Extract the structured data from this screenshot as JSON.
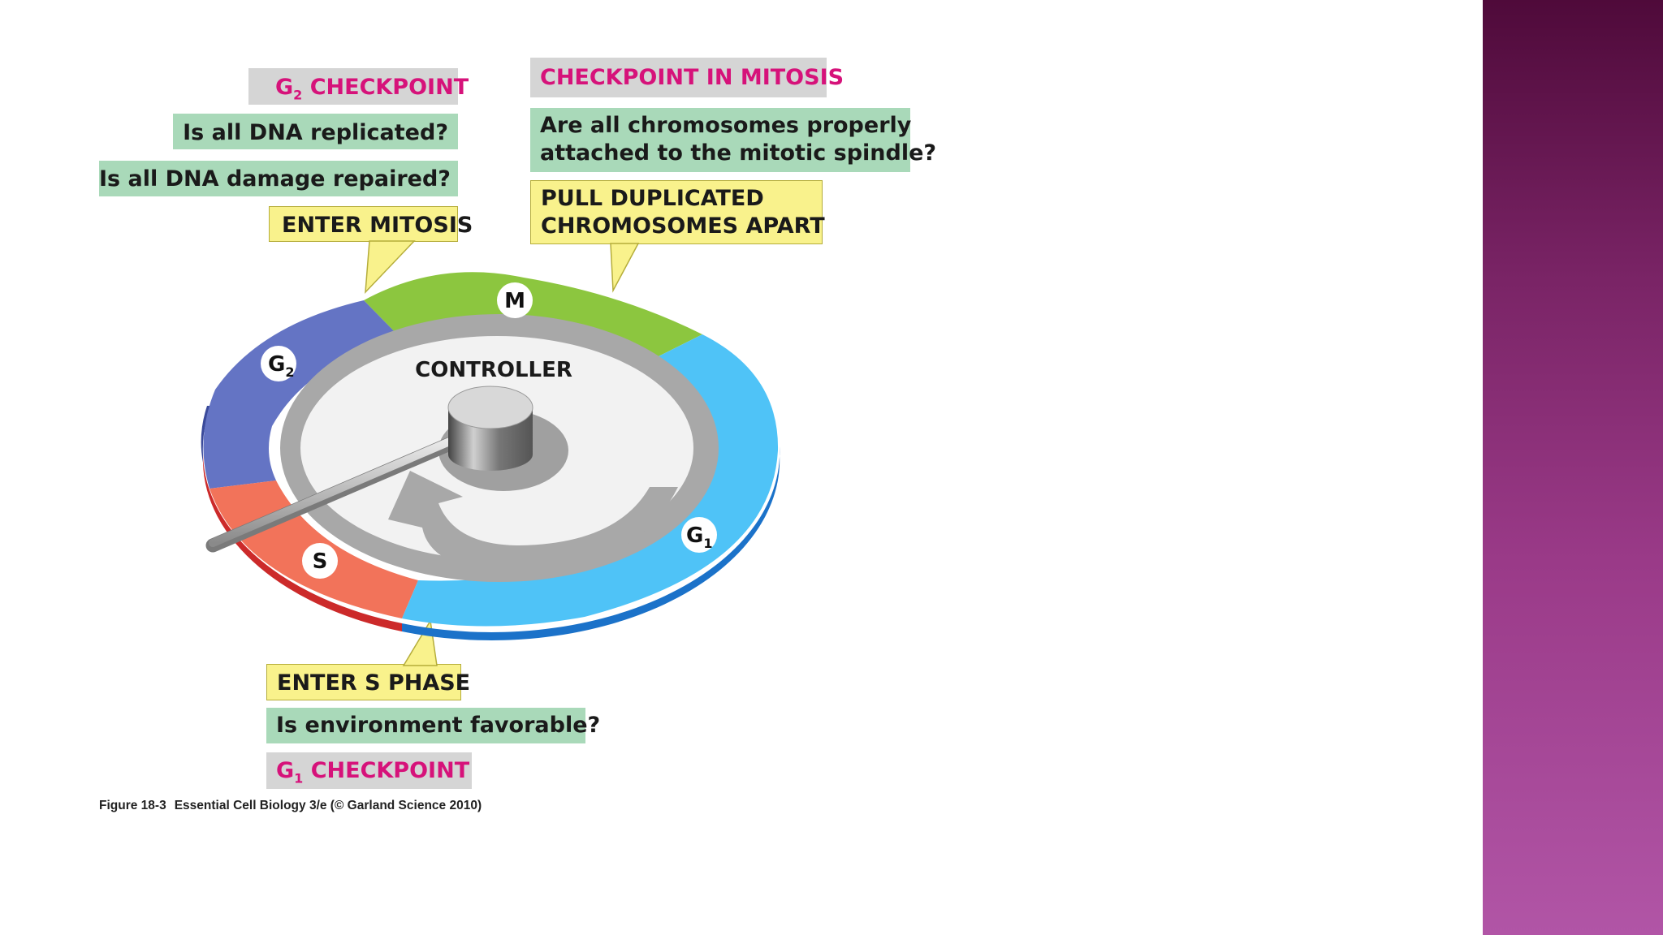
{
  "g2_checkpoint": {
    "title_letter": "G",
    "title_sub": "2",
    "title_rest": " CHECKPOINT",
    "question_1": "Is all DNA replicated?",
    "question_2": "Is all DNA damage repaired?",
    "action": "ENTER MITOSIS"
  },
  "mitosis_checkpoint": {
    "title": "CHECKPOINT IN MITOSIS",
    "question_line_1": "Are all chromosomes properly",
    "question_line_2": "attached to the mitotic spindle?",
    "action_line_1": "PULL DUPLICATED",
    "action_line_2": "CHROMOSOMES APART"
  },
  "g1_checkpoint": {
    "action": "ENTER S PHASE",
    "question": "Is environment favorable?",
    "title_letter": "G",
    "title_sub": "1",
    "title_rest": " CHECKPOINT"
  },
  "wheel": {
    "controller_label": "CONTROLLER",
    "phases": {
      "m": "M",
      "g2_letter": "G",
      "g2_sub": "2",
      "s": "S",
      "g1_letter": "G",
      "g1_sub": "1"
    },
    "colors": {
      "m": "#8cc63f",
      "g2": "#6474c4",
      "s": "#f2735a",
      "g1": "#4fc3f7",
      "hub": "#a8a8a8"
    }
  },
  "caption": {
    "figure_id": "Figure 18-3",
    "text": "Essential Cell Biology 3/e (© Garland Science 2010)"
  },
  "colors": {
    "checkpoint_title": "#d6127a",
    "question_bg": "#a9d9b9",
    "action_bg": "#f9f28c",
    "side_panel": "#8a2d78"
  }
}
